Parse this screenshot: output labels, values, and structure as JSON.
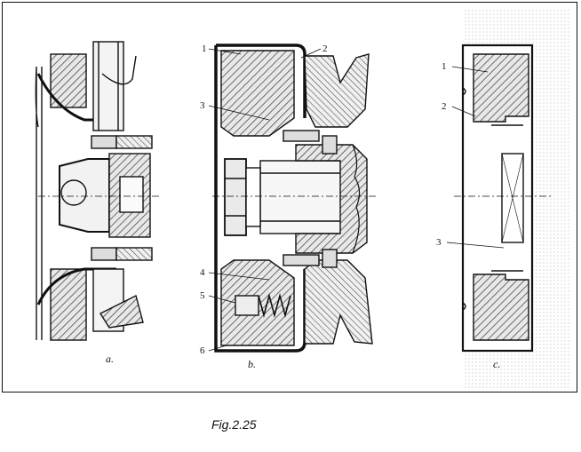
{
  "figure": {
    "caption": "Fig.2.25",
    "panels": [
      {
        "id": "a",
        "label": "a.",
        "callouts": []
      },
      {
        "id": "b",
        "label": "b.",
        "callouts": [
          "1",
          "2",
          "3",
          "4",
          "5",
          "6"
        ]
      },
      {
        "id": "c",
        "label": "c.",
        "callouts": [
          "1",
          "2",
          "3"
        ]
      }
    ]
  }
}
